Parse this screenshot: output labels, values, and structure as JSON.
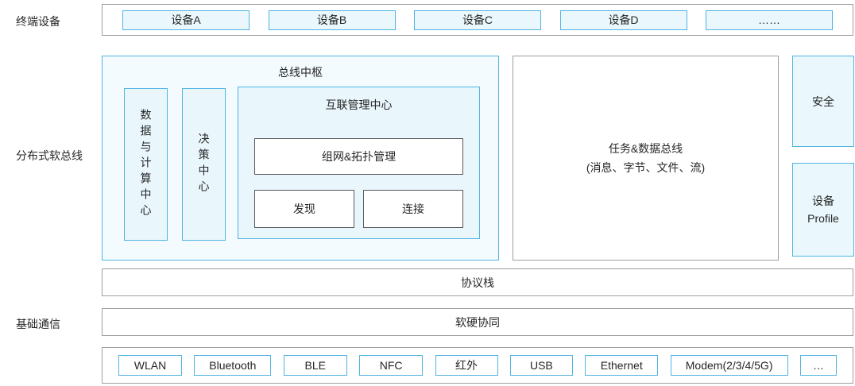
{
  "row_labels": {
    "terminal_devices": "终端设备",
    "distributed_softbus": "分布式软总线",
    "basic_communication": "基础通信"
  },
  "devices_row": {
    "items": [
      "设备A",
      "设备B",
      "设备C",
      "设备D",
      "……"
    ]
  },
  "softbus": {
    "bus_hub": {
      "title": "总线中枢",
      "data_compute_center": "数据与计算中心",
      "decision_center": "决策中心",
      "interconnect_center": {
        "title": "互联管理中心",
        "networking_topology": "组网&拓扑管理",
        "discovery": "发现",
        "connection": "连接"
      }
    },
    "task_data_bus": {
      "line1": "任务&数据总线",
      "line2": "(消息、字节、文件、流)"
    },
    "security": "安全",
    "device_profile": {
      "line1": "设备",
      "line2": "Profile"
    }
  },
  "protocol_stack": "协议栈",
  "sw_hw_collaboration": "软硬协同",
  "transports": {
    "items": [
      "WLAN",
      "Bluetooth",
      "BLE",
      "NFC",
      "红外",
      "USB",
      "Ethernet",
      "Modem(2/3/4/5G)",
      "…"
    ]
  },
  "colors": {
    "blue_border": "#4fb3e3",
    "light_blue_fill": "#e9f7fd",
    "pale_blue_fill": "#f3fbfe",
    "gray_border": "#9e9e9e",
    "dark_border": "#595959"
  }
}
